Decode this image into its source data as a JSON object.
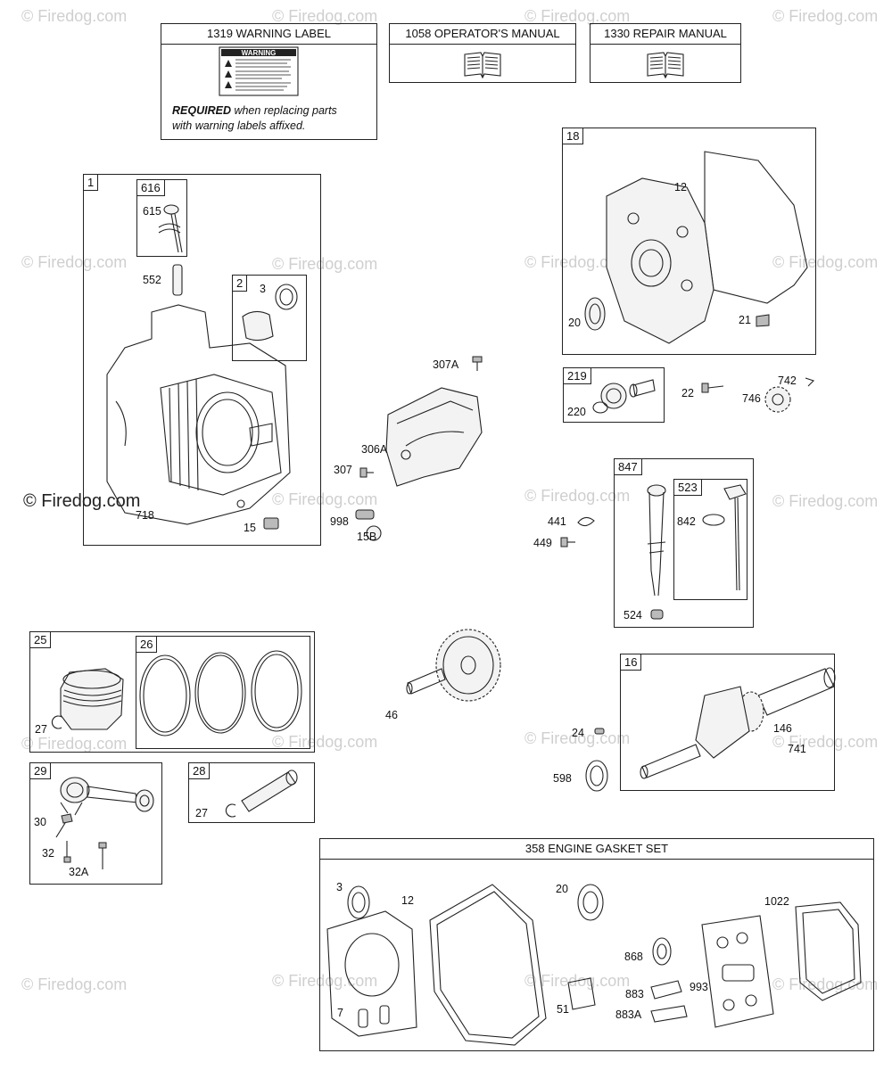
{
  "watermark": {
    "text": "© Firedog.com"
  },
  "header_boxes": [
    {
      "title": "1319 WARNING LABEL"
    },
    {
      "title": "1058 OPERATOR'S MANUAL"
    },
    {
      "title": "1330 REPAIR MANUAL"
    }
  ],
  "warning_label": {
    "sticker_title": "WARNING",
    "required_word": "REQUIRED",
    "required_rest": " when replacing parts",
    "required_line2": "with warning labels affixed."
  },
  "groups": {
    "g1": {
      "tag": "1"
    },
    "g616": {
      "tag": "616"
    },
    "g2": {
      "tag": "2"
    },
    "g18": {
      "tag": "18"
    },
    "g219": {
      "tag": "219"
    },
    "g847": {
      "tag": "847"
    },
    "g523": {
      "tag": "523"
    },
    "g25": {
      "tag": "25"
    },
    "g26": {
      "tag": "26"
    },
    "g16": {
      "tag": "16"
    },
    "g29": {
      "tag": "29"
    },
    "g28": {
      "tag": "28"
    },
    "g358": {
      "title": "358 ENGINE GASKET SET"
    }
  },
  "part_labels": {
    "p615": "615",
    "p552": "552",
    "p3": "3",
    "p718": "718",
    "p15": "15",
    "p307A": "307A",
    "p306A": "306A",
    "p307": "307",
    "p998": "998",
    "p15B": "15B",
    "p12": "12",
    "p20": "20",
    "p21": "21",
    "p220": "220",
    "p22": "22",
    "p742": "742",
    "p746": "746",
    "p441": "441",
    "p449": "449",
    "p842": "842",
    "p524": "524",
    "p27a": "27",
    "p46": "46",
    "p24": "24",
    "p146": "146",
    "p741": "741",
    "p598": "598",
    "p30": "30",
    "p32": "32",
    "p32A": "32A",
    "p27b": "27",
    "g3": "3",
    "g12": "12",
    "g20": "20",
    "g1022": "1022",
    "g868": "868",
    "g883": "883",
    "g993": "993",
    "g883A": "883A",
    "g7": "7",
    "g51": "51"
  }
}
